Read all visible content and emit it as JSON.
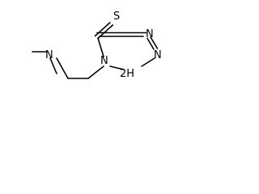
{
  "molecule": {
    "atoms": {
      "thione_s": "S",
      "ring_n1": "N",
      "ring_n2": "N",
      "ring_n3": "N",
      "ring_nh": "2H",
      "amine_n": "N"
    }
  }
}
